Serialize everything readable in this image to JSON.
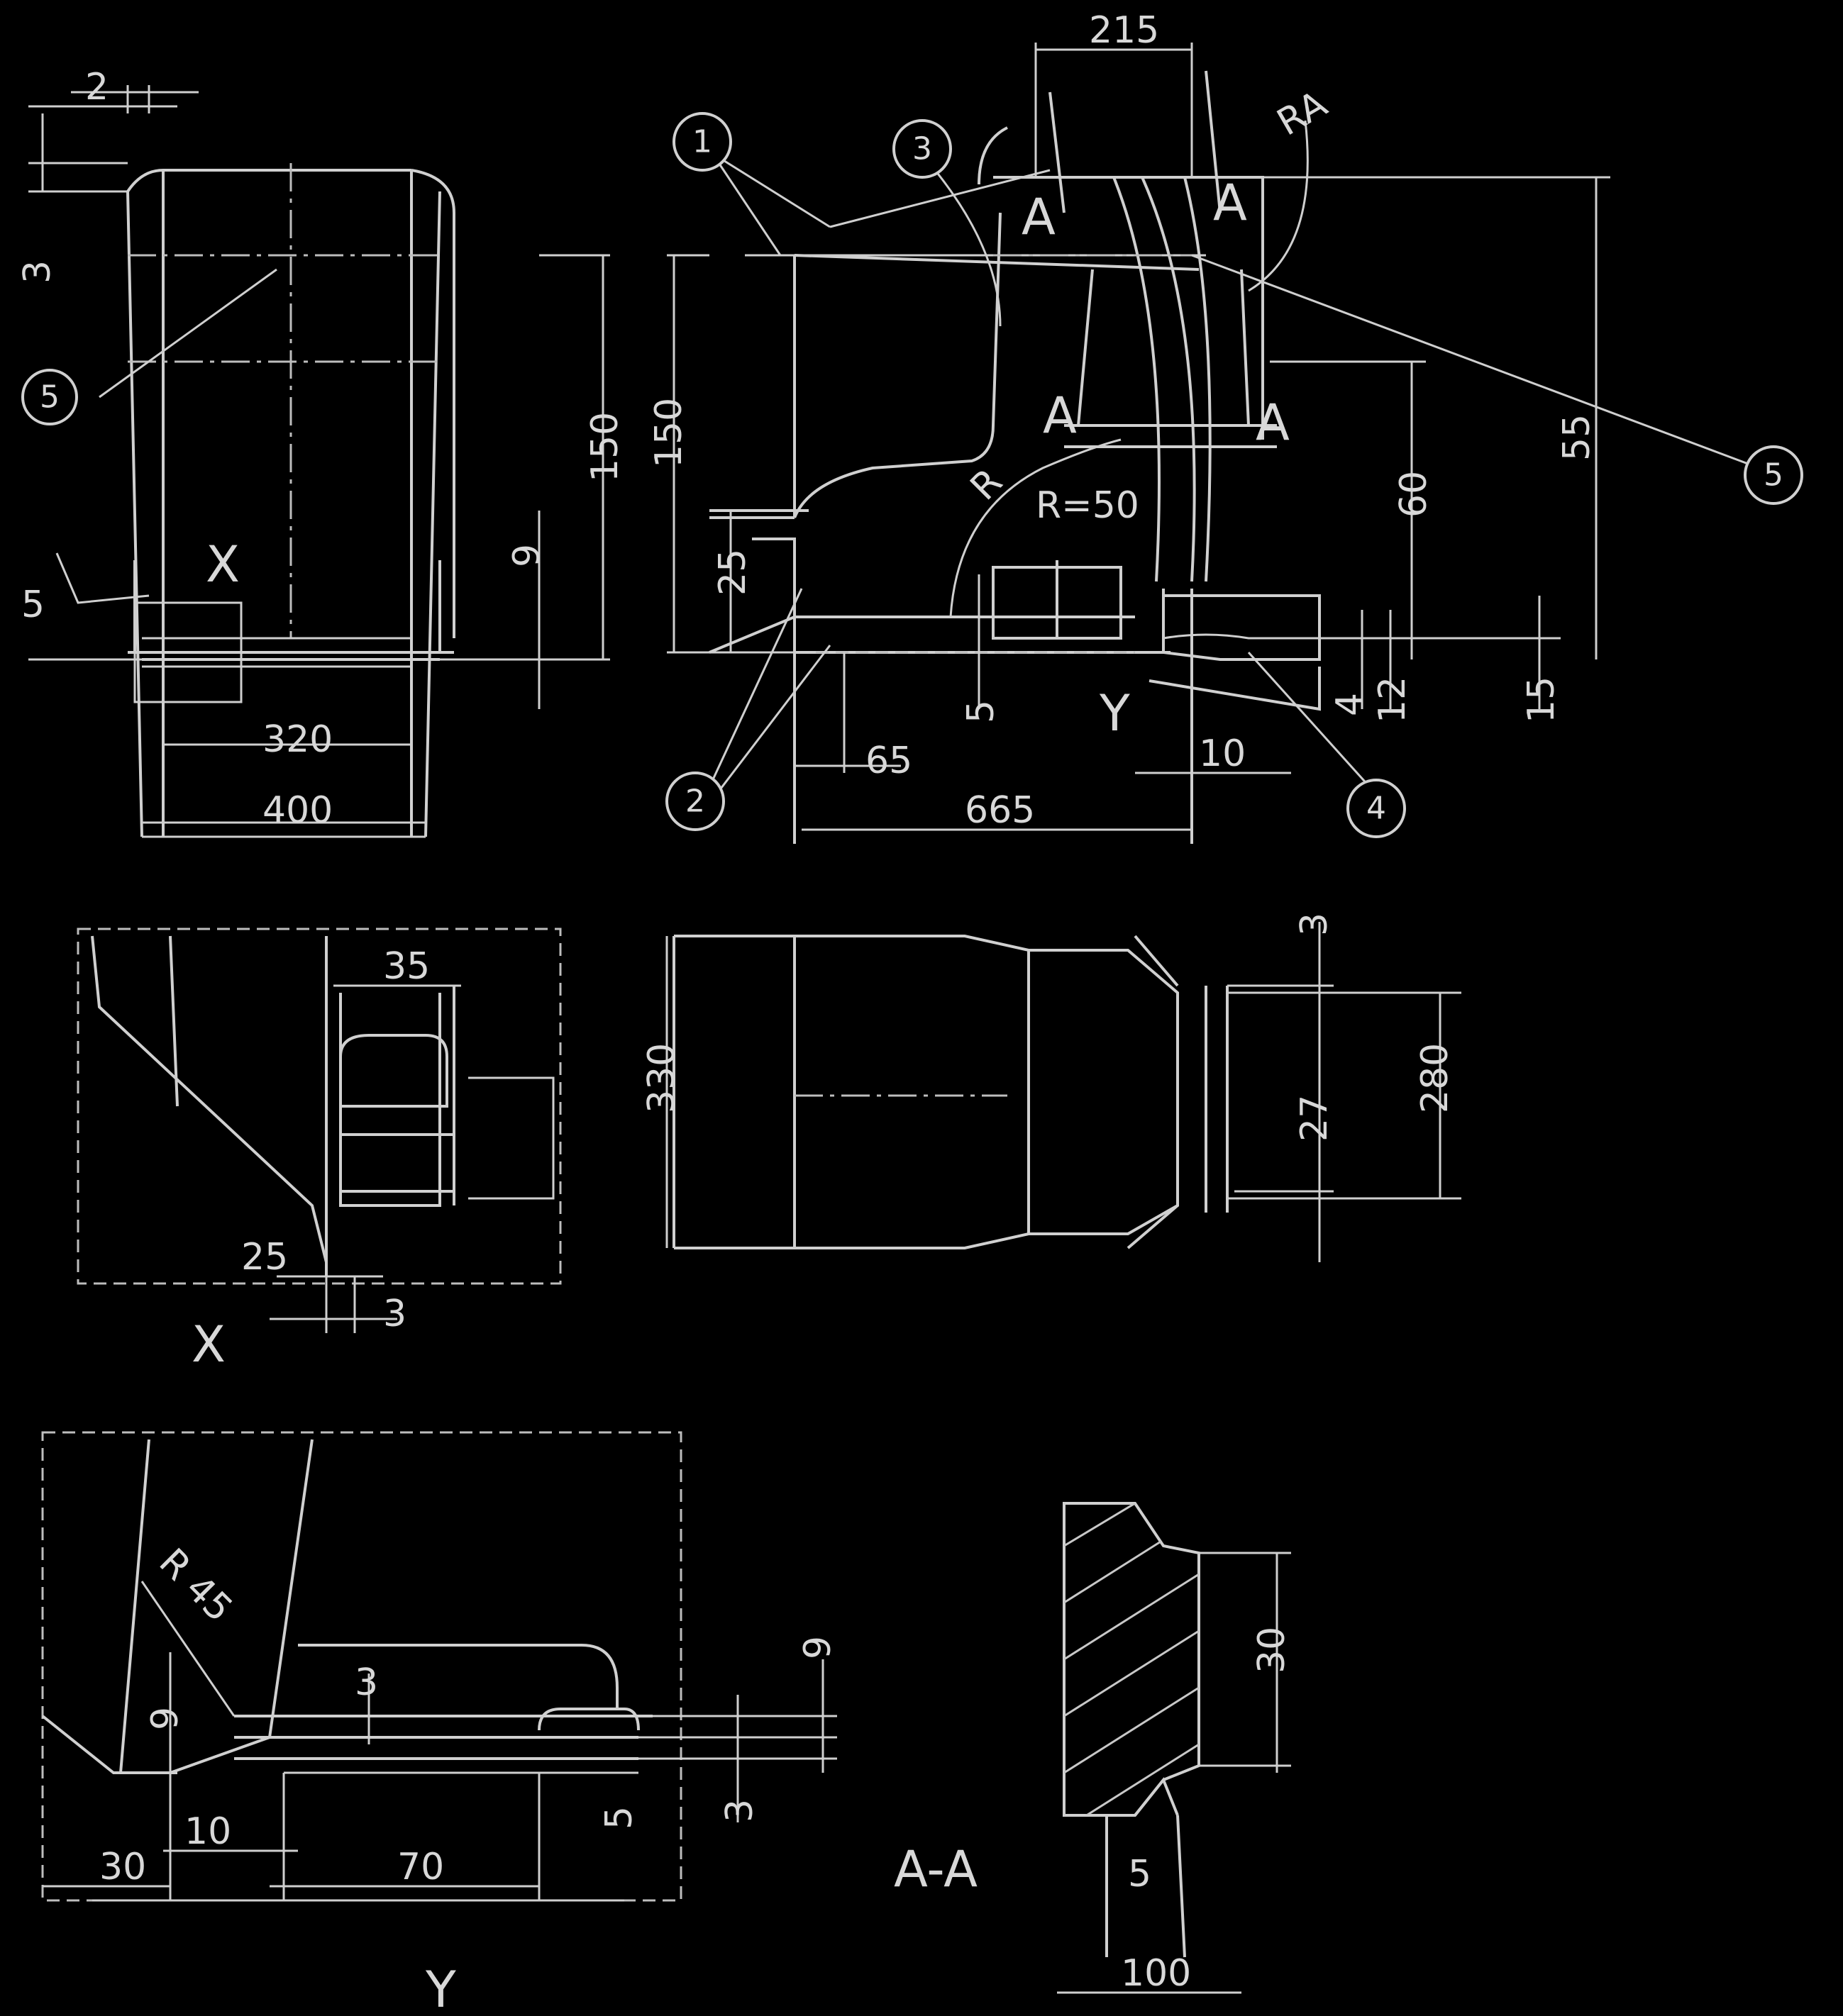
{
  "drawing": {
    "views": {
      "detail_x": "X",
      "detail_y": "Y",
      "section_aa": "A-A",
      "section_mark": "A"
    },
    "callouts": [
      "1",
      "2",
      "3",
      "4",
      "5"
    ],
    "dimensions": {
      "front": {
        "top_gap": "2",
        "top_offset": "3",
        "height": "150",
        "weld_height": "9",
        "inner_width": "320",
        "outer_width": "400",
        "weld_symbol": "5"
      },
      "side": {
        "top_width": "215",
        "height": "150",
        "lower_height": "25",
        "overall_height": "55",
        "right_height": "60",
        "radius": "R=50",
        "radius_mark": "R",
        "offset": "65",
        "base_length": "665",
        "small_gap": "5",
        "clearance": "10",
        "side_gap_a": "4",
        "side_gap_b": "12",
        "side_gap_c": "15",
        "label_rc": "RA"
      },
      "plan": {
        "width": "330",
        "flange_top": "3",
        "flange_bottom": "27",
        "overall": "280"
      },
      "detail_x": {
        "slot": "35",
        "offset": "25",
        "gap": "3"
      },
      "detail_y": {
        "angle": "R 45",
        "left": "30",
        "right": "70",
        "small": "10",
        "height_a": "9",
        "height_b": "3",
        "height_c": "5",
        "height_d": "3",
        "height_e": "9"
      },
      "section_aa": {
        "height": "30",
        "width": "100",
        "weld": "5"
      }
    }
  }
}
